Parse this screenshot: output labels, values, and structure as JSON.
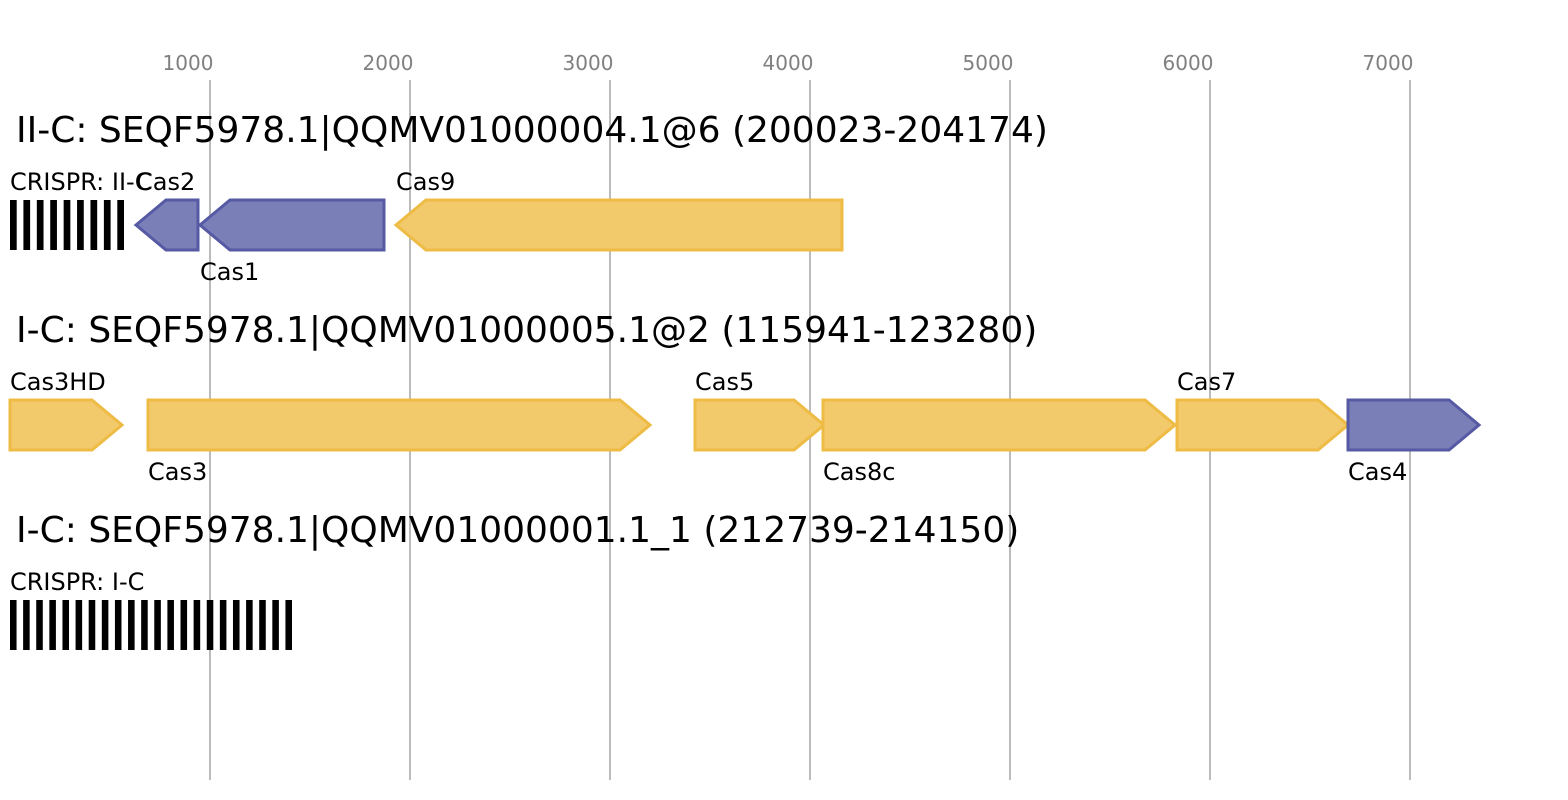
{
  "colors": {
    "yellow_fill": "#f2ca6b",
    "yellow_stroke": "#eebb44",
    "blue_fill": "#7b7fb7",
    "blue_stroke": "#5659a3",
    "crispr": "#000000"
  },
  "axis": {
    "ticks": [
      1000,
      2000,
      3000,
      4000,
      5000,
      6000,
      7000
    ],
    "tick_labels": [
      "1000",
      "2000",
      "3000",
      "4000",
      "5000",
      "6000",
      "7000"
    ]
  },
  "chart_data": {
    "type": "gene-map",
    "xunit": "bp",
    "loci": [
      {
        "title": "II-C: SEQF5978.1|QQMV01000004.1@6 (200023-204174)",
        "crispr": {
          "label": "CRISPR: II-C",
          "start": 0,
          "end": 570,
          "repeats": 9
        },
        "genes": [
          {
            "name": "Cas2",
            "start": 630,
            "end": 940,
            "strand": "-",
            "color": "blue",
            "label_pos": "above"
          },
          {
            "name": "Cas1",
            "start": 950,
            "end": 1870,
            "strand": "-",
            "color": "blue",
            "label_pos": "below"
          },
          {
            "name": "Cas9",
            "start": 1930,
            "end": 4160,
            "strand": "-",
            "color": "yellow",
            "label_pos": "above"
          }
        ]
      },
      {
        "title": "I-C: SEQF5978.1|QQMV01000005.1@2 (115941-123280)",
        "crispr": null,
        "genes": [
          {
            "name": "Cas3HD",
            "start": 0,
            "end": 560,
            "strand": "+",
            "color": "yellow",
            "label_pos": "above"
          },
          {
            "name": "Cas3",
            "start": 690,
            "end": 3200,
            "strand": "+",
            "color": "yellow",
            "label_pos": "below"
          },
          {
            "name": "Cas5",
            "start": 3425,
            "end": 4070,
            "strand": "+",
            "color": "yellow",
            "label_pos": "above"
          },
          {
            "name": "Cas8c",
            "start": 4065,
            "end": 5825,
            "strand": "+",
            "color": "yellow",
            "label_pos": "below"
          },
          {
            "name": "Cas7",
            "start": 5835,
            "end": 6690,
            "strand": "+",
            "color": "yellow",
            "label_pos": "above"
          },
          {
            "name": "Cas4",
            "start": 6690,
            "end": 7345,
            "strand": "+",
            "color": "blue",
            "label_pos": "below"
          }
        ]
      },
      {
        "title": "I-C: SEQF5978.1|QQMV01000001.1_1 (212739-214150)",
        "crispr": {
          "label": "CRISPR: I-C",
          "start": 0,
          "end": 1410,
          "repeats": 22
        },
        "genes": []
      }
    ]
  }
}
